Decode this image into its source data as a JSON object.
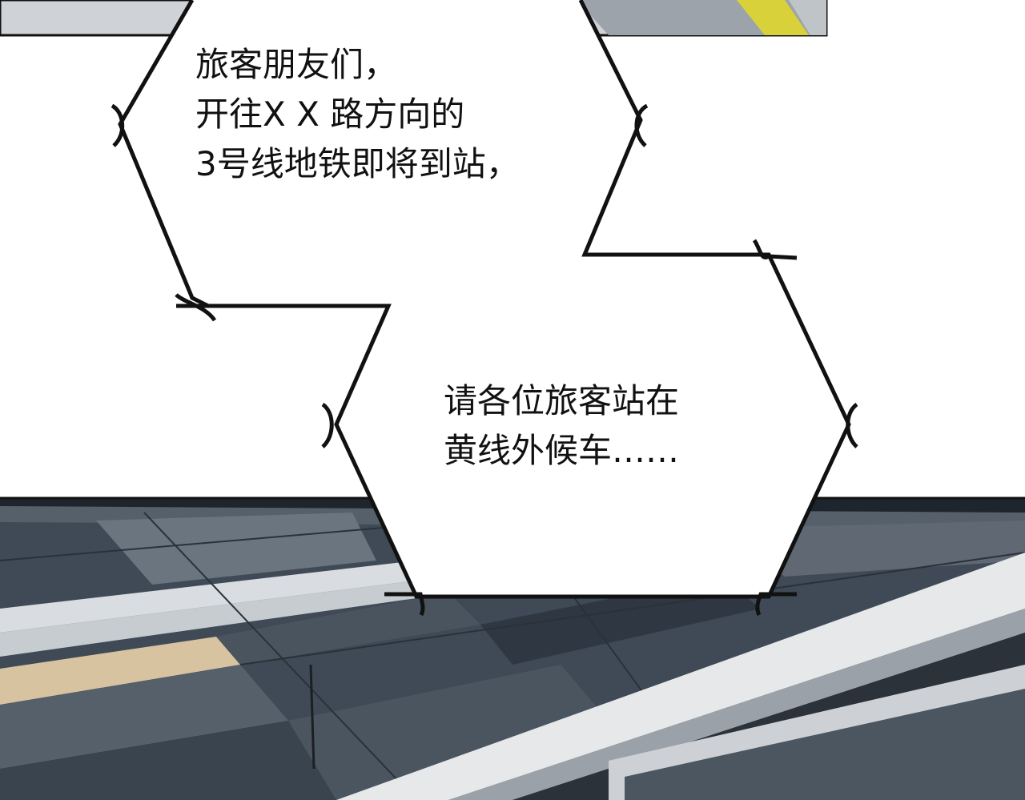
{
  "speech_bubbles": [
    {
      "lines": [
        "旅客朋友们，",
        "开往X X 路方向的",
        "3号线地铁即将到站，"
      ]
    },
    {
      "lines": [
        "请各位旅客站在",
        "黄线外候车……"
      ]
    }
  ],
  "colors": {
    "background": "#ffffff",
    "outline": "#111111",
    "ceiling_dark": "#3f4a56",
    "ceiling_mid": "#56606b",
    "light_panel": "#d9dde1",
    "warm_light": "#d8c3a0",
    "safety_line": "#d9d13a",
    "handrail": "#e6e8ea"
  }
}
